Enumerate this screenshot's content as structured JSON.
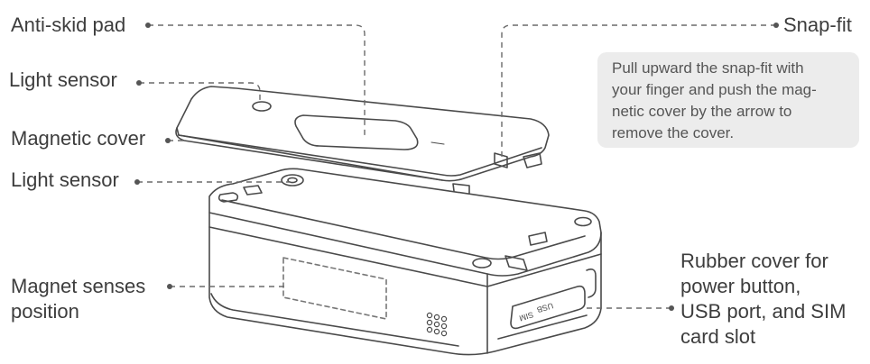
{
  "labels": {
    "anti_skid_pad": "Anti-skid pad",
    "light_sensor_top": "Light sensor",
    "magnetic_cover": "Magnetic cover",
    "light_sensor_bottom": "Light sensor",
    "magnet_senses_line1": "Magnet senses",
    "magnet_senses_line2": "position",
    "snap_fit": "Snap-fit",
    "rubber_cover_line1": "Rubber cover for",
    "rubber_cover_line2": "power button,",
    "rubber_cover_line3": "USB port, and SIM",
    "rubber_cover_line4": "card slot"
  },
  "note": {
    "line1": "Pull upward the snap-fit with",
    "line2": "your finger and push the mag-",
    "line3": "netic cover by the arrow to",
    "line4": "remove the cover."
  },
  "device_text": {
    "usb": "USB",
    "sim": "SIM"
  },
  "colors": {
    "line": "#4a4a4a",
    "leader": "#6a6a6a",
    "note_bg": "#ececec"
  }
}
